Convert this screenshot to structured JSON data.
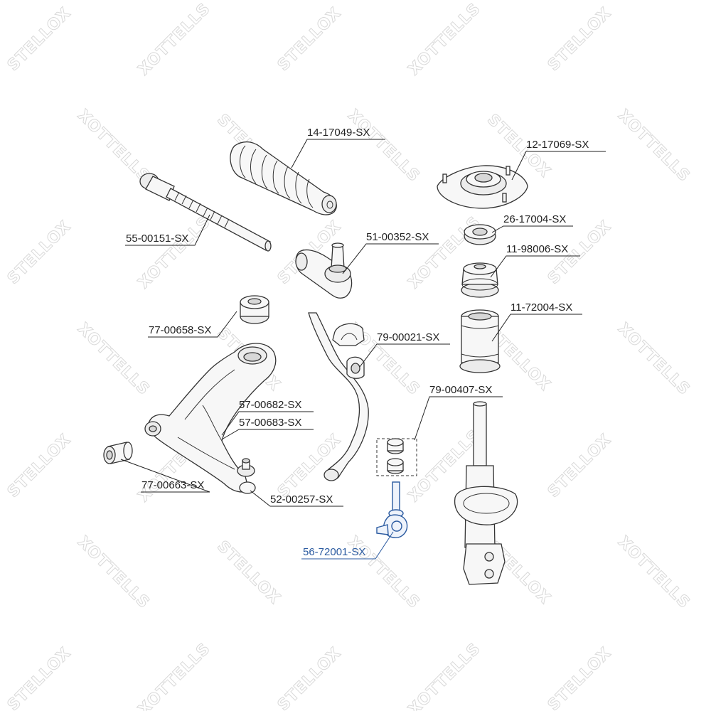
{
  "watermark": {
    "word_a": "STELLOX",
    "word_b": "XOTTELLS"
  },
  "parts": [
    {
      "id": "p1",
      "part_number": "14-17049-SX",
      "highlighted": false
    },
    {
      "id": "p2",
      "part_number": "12-17069-SX",
      "highlighted": false
    },
    {
      "id": "p3",
      "part_number": "26-17004-SX",
      "highlighted": false
    },
    {
      "id": "p4",
      "part_number": "55-00151-SX",
      "highlighted": false
    },
    {
      "id": "p5",
      "part_number": "51-00352-SX",
      "highlighted": false
    },
    {
      "id": "p6",
      "part_number": "11-98006-SX",
      "highlighted": false
    },
    {
      "id": "p7",
      "part_number": "11-72004-SX",
      "highlighted": false
    },
    {
      "id": "p8",
      "part_number": "77-00658-SX",
      "highlighted": false
    },
    {
      "id": "p9",
      "part_number": "79-00021-SX",
      "highlighted": false
    },
    {
      "id": "p10",
      "part_number": "79-00407-SX",
      "highlighted": false
    },
    {
      "id": "p11",
      "part_number": "57-00682-SX",
      "highlighted": false
    },
    {
      "id": "p12",
      "part_number": "57-00683-SX",
      "highlighted": false
    },
    {
      "id": "p13",
      "part_number": "77-00663-SX",
      "highlighted": false
    },
    {
      "id": "p14",
      "part_number": "52-00257-SX",
      "highlighted": false
    },
    {
      "id": "p15",
      "part_number": "56-72001-SX",
      "highlighted": true
    }
  ],
  "colors": {
    "highlight": "#2a5aa0",
    "line": "#222222",
    "watermark": "#d9d9d9"
  }
}
